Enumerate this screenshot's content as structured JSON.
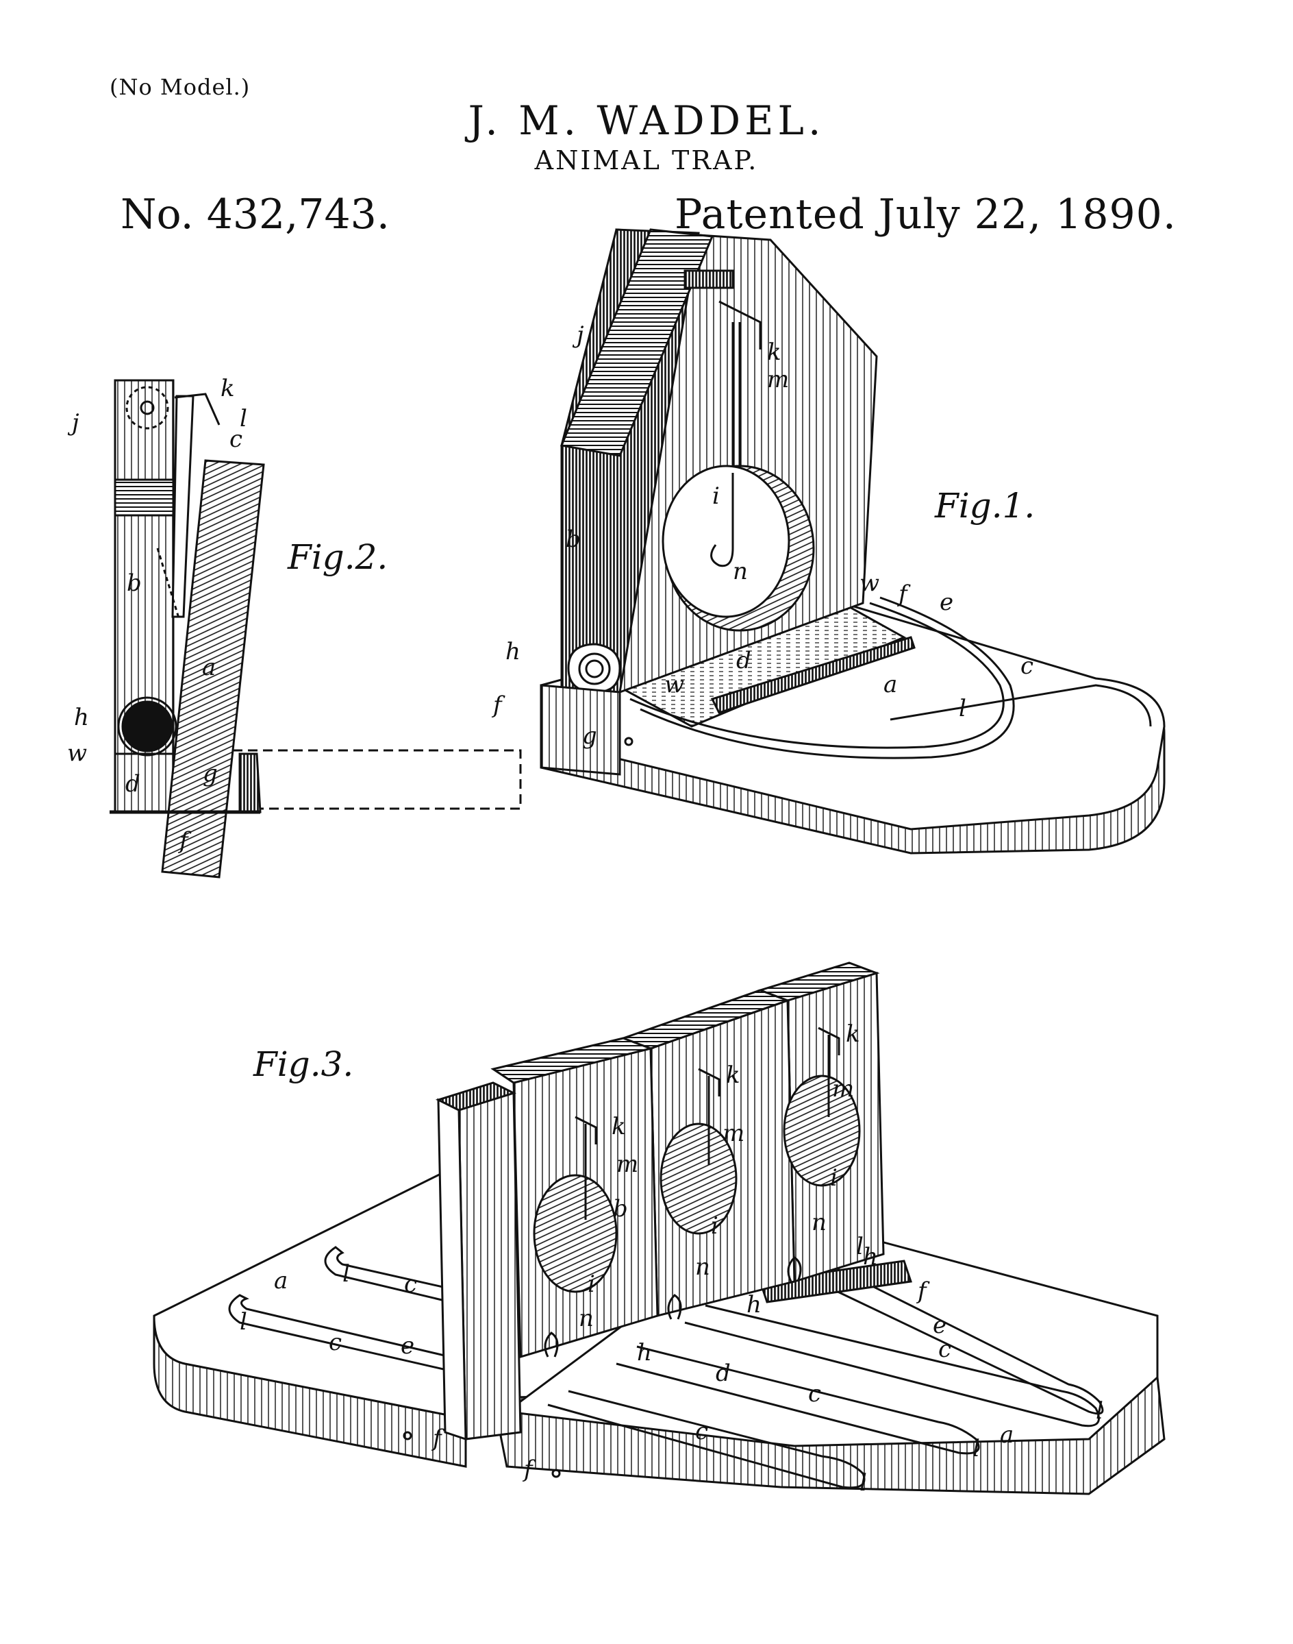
{
  "header": {
    "no_model": "(No Model.)",
    "inventor": "J. M. WADDEL.",
    "invention": "ANIMAL TRAP.",
    "patent_number": "No. 432,743.",
    "patent_date": "Patented July 22, 1890."
  },
  "figures": {
    "fig1": {
      "label": "Fig.1.",
      "parts": {
        "a": "a",
        "b": "b",
        "c": "c",
        "d": "d",
        "e": "e",
        "f": "f",
        "g": "g",
        "h": "h",
        "i": "i",
        "j": "j",
        "k": "k",
        "l": "l",
        "m": "m",
        "n": "n",
        "w1": "w",
        "w2": "w"
      }
    },
    "fig2": {
      "label": "Fig.2.",
      "parts": {
        "a": "a",
        "b": "b",
        "c": "c",
        "d": "d",
        "f": "f",
        "g": "g",
        "h": "h",
        "j": "j",
        "k": "k",
        "l": "l",
        "w": "w"
      }
    },
    "fig3": {
      "label": "Fig.3.",
      "parts": {
        "a1": "a",
        "a2": "a",
        "b": "b",
        "c1": "c",
        "c2": "c",
        "c3": "c",
        "c4": "c",
        "c5": "c",
        "d": "d",
        "e1": "e",
        "e2": "e",
        "f1": "f",
        "f2": "f",
        "f3": "f",
        "h1": "h",
        "h2": "h",
        "h3": "h",
        "i1": "i",
        "i2": "i",
        "i3": "i",
        "k1": "k",
        "k2": "k",
        "k3": "k",
        "l1": "l",
        "l2": "l",
        "l3": "l",
        "l4": "l",
        "l5": "l",
        "l6": "l",
        "m1": "m",
        "m2": "m",
        "m3": "m",
        "n1": "n",
        "n2": "n",
        "n3": "n"
      }
    }
  },
  "colors": {
    "ink": "#111111",
    "paper": "#ffffff"
  }
}
